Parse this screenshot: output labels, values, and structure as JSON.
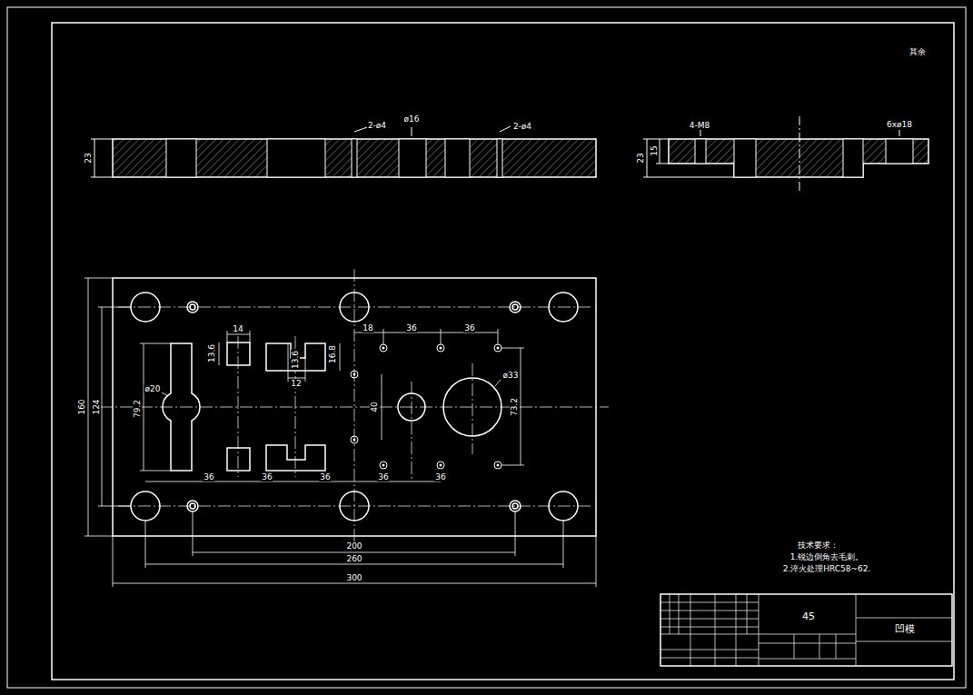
{
  "diagram": {
    "labels": [
      "23",
      "2-ø4",
      "ø16",
      "2-ø4",
      "23",
      "15",
      "4-M8",
      "6xø18",
      "14",
      "13.6",
      "16.8",
      "13.6",
      "12",
      "18",
      "36",
      "36",
      "ø20",
      "79.2",
      "40",
      "ø33",
      "73.2",
      "36",
      "36",
      "36",
      "36",
      "36",
      "160",
      "124",
      "200",
      "260",
      "300",
      "其余",
      "技术要求：",
      "1.锐边倒角去毛刺。",
      "2.淬火处理HRC58~62.",
      "45",
      "凹模"
    ]
  }
}
